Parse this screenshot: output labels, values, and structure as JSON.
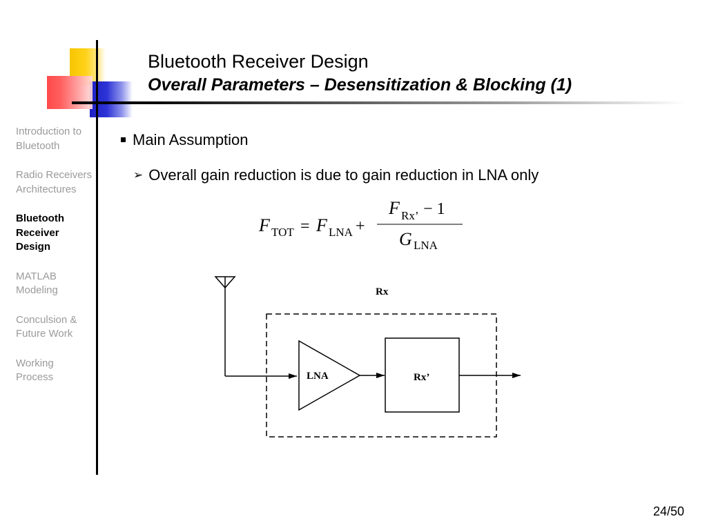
{
  "header": {
    "title": "Bluetooth Receiver Design",
    "subtitle": "Overall Parameters – Desensitization & Blocking (1)"
  },
  "sidebar": {
    "items": [
      {
        "label": "Introduction to Bluetooth",
        "active": false
      },
      {
        "label": "Radio Receivers Architectures",
        "active": false
      },
      {
        "label": "Bluetooth Receiver Design",
        "active": true
      },
      {
        "label": "MATLAB Modeling",
        "active": false
      },
      {
        "label": "Conculsion & Future Work",
        "active": false
      },
      {
        "label": "Working Process",
        "active": false
      }
    ]
  },
  "content": {
    "bullet": "Main Assumption",
    "sub_bullet": "Overall gain reduction is due to gain reduction in LNA only"
  },
  "formula": {
    "lhs": "F",
    "lhs_sub": "TOT",
    "eq": "=",
    "term1": "F",
    "term1_sub": "LNA",
    "plus": "+",
    "num": "F",
    "num_sub": "Rx’",
    "num_minus": "− 1",
    "den": "G",
    "den_sub": "LNA"
  },
  "diagram": {
    "outer_label": "Rx",
    "lna_label": "LNA",
    "block_label": "Rx’"
  },
  "footer": {
    "page": "24/50"
  },
  "colors": {
    "logo_yellow": "#f7c600",
    "logo_blue": "#1f22c4",
    "logo_red": "#ff4a4a",
    "sidebar_inactive": "#9a9a9a"
  }
}
